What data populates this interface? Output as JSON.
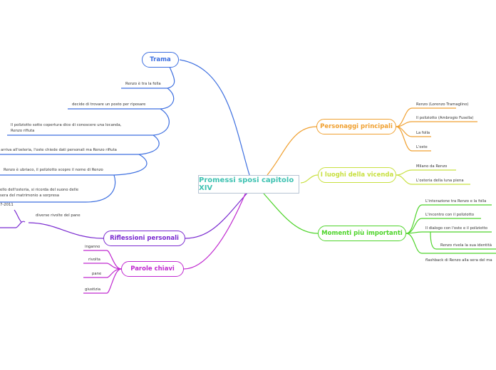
{
  "central": {
    "title": "Promessi sposi capitolo XIV"
  },
  "branches": {
    "trama": {
      "label": "Trama",
      "color": "#3d6fe0",
      "items": [
        "Renzo è tra la folla",
        "decide di trovare un posto per riposare",
        "Il poliziotto sotto copertura dice di conoscere una locanda, Renzo rifiuta",
        "arriva all'osteria, l'oste chiede dati personali ma Renzo rifiuta",
        "Renzo è ubriaco, il poliziotto scopre il nome di Renzo",
        "ello dell'osteria, si ricorda del suono delle sera del matrimonio a sorpresa"
      ],
      "item6_line1": "ello dell'osteria, si ricorda del suono delle",
      "item6_line2": "sera del matrimonio a sorpresa",
      "item3_line1": "Il poliziotto sotto copertura dice di conoscere una locanda,",
      "item3_line2": "Renzo rifiuta"
    },
    "riflessioni": {
      "label": "Riflessioni personali",
      "color": "#7a2ad0",
      "items": [
        "diverse rivolte del pane"
      ],
      "sub": "7-2011"
    },
    "parole": {
      "label": "Parole chiavi",
      "color": "#c02ad0",
      "items": [
        "inganno",
        "rivolta",
        "pane",
        "giustizia"
      ]
    },
    "personaggi": {
      "label": "Personaggi principali",
      "color": "#f0a030",
      "items": [
        "Renzo (Lorenzo Tramaglino)",
        "Il poliziotto (Ambrogio Fusella)",
        "La folla",
        "L'oste"
      ]
    },
    "luoghi": {
      "label": "I luoghi della vicenda",
      "color": "#c8e040",
      "items": [
        "Milano da Renzo",
        "L'osteria della luna piena"
      ]
    },
    "momenti": {
      "label": "Momenti più importanti",
      "color": "#4ed42a",
      "items": [
        "L'interazione tra Renzo e la folla",
        "L'incontro con il poliziotto",
        "Il dialogo con l'oste e il poliziotto",
        "flashback di Renzo alla sera del ma"
      ],
      "sub": "Renzo rivela la sua identità"
    }
  }
}
